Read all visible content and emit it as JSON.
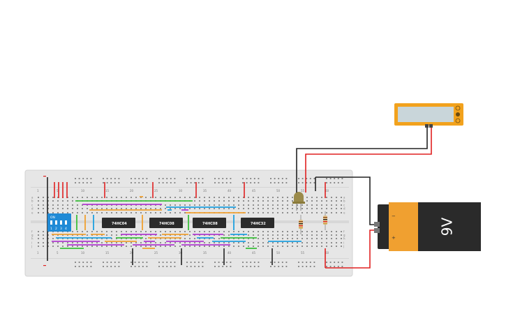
{
  "workspace": {
    "breadboard": {
      "column_numbers": [
        "1",
        "5",
        "10",
        "15",
        "20",
        "25",
        "30",
        "35",
        "40",
        "45",
        "50",
        "55",
        "60"
      ],
      "row_letters_top": [
        "a",
        "b",
        "c",
        "d",
        "e"
      ],
      "row_letters_bottom": [
        "f",
        "g",
        "h",
        "i",
        "j"
      ]
    },
    "chips": [
      {
        "label": "74HC04"
      },
      {
        "label": "74HC08"
      },
      {
        "label": "74HC08"
      },
      {
        "label": "74HC32"
      }
    ],
    "dip_switch": {
      "on_label": "ON",
      "numbers": [
        "1",
        "2",
        "3",
        "4"
      ]
    },
    "battery": {
      "label": "9V",
      "minus": "−",
      "plus": "+"
    },
    "multimeter": {
      "display": ""
    },
    "colors": {
      "wire_red": "#e02020",
      "wire_black": "#222222",
      "chip_body": "#2b2b2b",
      "dip_blue": "#1f8ad6",
      "battery_orange": "#f0a030",
      "battery_black": "#2a2a2a",
      "meter_orange": "#f2a21d",
      "meter_screen": "#c9d6da"
    }
  }
}
